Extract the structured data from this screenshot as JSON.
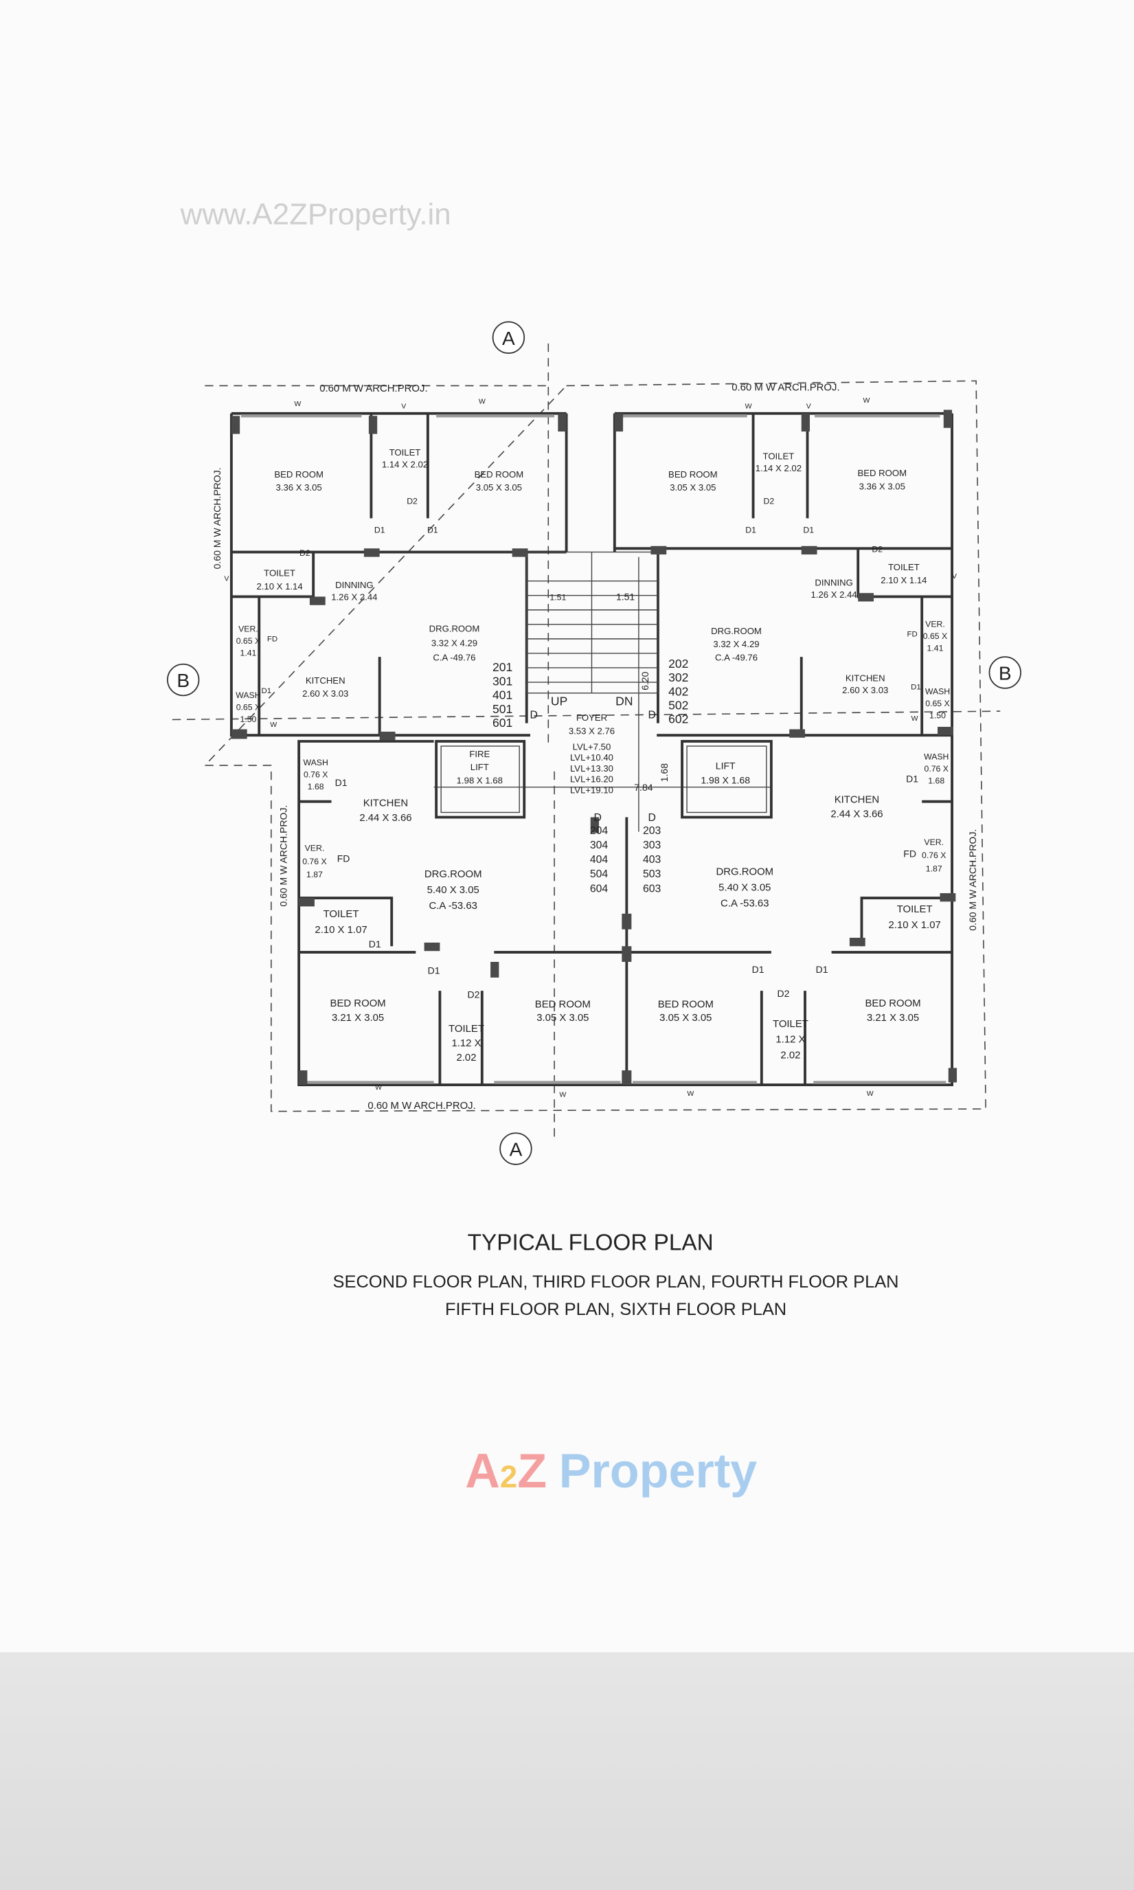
{
  "watermark_url": "www.A2ZProperty.in",
  "logo": {
    "text_a": "A",
    "text_2": "2",
    "text_z": "Z",
    "text_property": "Property",
    "colors": [
      "#f08080",
      "#f5c242",
      "#9ac8ef",
      "#a8e0a0"
    ]
  },
  "section_markers": {
    "a": "A",
    "b": "B"
  },
  "title": "TYPICAL FLOOR PLAN",
  "subtitle_lines": [
    "SECOND FLOOR PLAN, THIRD FLOOR PLAN, FOURTH FLOOR PLAN",
    "FIFTH FLOOR PLAN, SIXTH FLOOR PLAN"
  ],
  "labels": {
    "proj_top_l": [
      "0.60 M W ARCH.PROJ."
    ],
    "proj_top_r": [
      "0.60 M W ARCH.PROJ."
    ],
    "proj_bottom": [
      "0.60 M W ARCH.PROJ."
    ],
    "w1": [
      "W"
    ],
    "v1": [
      "V"
    ],
    "w2": [
      "W"
    ],
    "w3": [
      "W"
    ],
    "v2": [
      "V"
    ],
    "w4": [
      "W"
    ],
    "tl_bed1": [
      "BED ROOM",
      "3.36 X 3.05"
    ],
    "tl_toilet1": [
      "TOILET",
      "1.14 X 2.02"
    ],
    "tl_bed2": [
      "BED ROOM",
      "3.05 X 3.05"
    ],
    "tl_d2a": [
      "D2"
    ],
    "tl_d1a": [
      "D1"
    ],
    "tl_d1b": [
      "D1"
    ],
    "tl_d2b": [
      "D2"
    ],
    "tl_toilet2": [
      "TOILET",
      "2.10 X 1.14"
    ],
    "tl_dinning": [
      "DINNING",
      "1.26 X 2.44"
    ],
    "tl_v": [
      "V"
    ],
    "tl_ver": [
      "VER.",
      "0.65 X",
      "1.41"
    ],
    "tl_fd": [
      "FD"
    ],
    "tl_drg": [
      "DRG.ROOM",
      "3.32 X 4.29",
      "C.A -49.76"
    ],
    "tl_kitchen": [
      "KITCHEN",
      "2.60 X 3.03"
    ],
    "tl_wash": [
      "WASH",
      "0.65 X",
      "1.50"
    ],
    "tl_d1c": [
      "D1"
    ],
    "tl_w": [
      "W"
    ],
    "tl_flats": [
      "201",
      "301",
      "401",
      "501",
      "601"
    ],
    "st_151a": [
      "1.51"
    ],
    "st_151b": [
      "1.51"
    ],
    "st_up": [
      "UP"
    ],
    "st_dn": [
      "DN"
    ],
    "st_da": [
      "D"
    ],
    "st_db": [
      "D"
    ],
    "foyer": [
      "FOYER",
      "3.53 X 2.76"
    ],
    "levels": [
      "LVL+7.50",
      "LVL+10.40",
      "LVL+13.30",
      "LVL+16.20",
      "LVL+19.10"
    ],
    "dim_784": [
      "7.84"
    ],
    "fire_lift": [
      "FIRE",
      "LIFT",
      "1.98 X 1.68"
    ],
    "lift": [
      "LIFT",
      "1.98 X 1.68"
    ],
    "bl_d": [
      "D"
    ],
    "bl_flats": [
      "204",
      "304",
      "404",
      "504",
      "604"
    ],
    "br_d": [
      "D"
    ],
    "br_flats": [
      "203",
      "303",
      "403",
      "503",
      "603"
    ],
    "tr_bed1": [
      "BED ROOM",
      "3.05 X 3.05"
    ],
    "tr_toilet1": [
      "TOILET",
      "1.14 X 2.02"
    ],
    "tr_d2a": [
      "D2"
    ],
    "tr_d1a": [
      "D1"
    ],
    "tr_d1b": [
      "D1"
    ],
    "tr_bed2": [
      "BED ROOM",
      "3.36 X 3.05"
    ],
    "tr_d2b": [
      "D2"
    ],
    "tr_dinning": [
      "DINNING",
      "1.26 X 2.44"
    ],
    "tr_toilet2": [
      "TOILET",
      "2.10 X 1.14"
    ],
    "tr_v": [
      "V"
    ],
    "tr_drg": [
      "DRG.ROOM",
      "3.32 X 4.29",
      "C.A -49.76"
    ],
    "tr_flats": [
      "202",
      "302",
      "402",
      "502",
      "602"
    ],
    "tr_fd": [
      "FD"
    ],
    "tr_ver": [
      "VER.",
      "0.65 X",
      "1.41"
    ],
    "tr_kitchen": [
      "KITCHEN",
      "2.60 X 3.03"
    ],
    "tr_d1c": [
      "D1"
    ],
    "tr_wash": [
      "WASH",
      "0.65 X",
      "1.50"
    ],
    "tr_w": [
      "W"
    ],
    "bl_wash": [
      "WASH",
      "0.76 X",
      "1.68"
    ],
    "bl_d1a": [
      "D1"
    ],
    "bl_kitchen": [
      "KITCHEN",
      "2.44 X 3.66"
    ],
    "bl_ver": [
      "VER.",
      "0.76 X",
      "1.87"
    ],
    "bl_fd": [
      "FD"
    ],
    "bl_drg": [
      "DRG.ROOM",
      "5.40 X 3.05",
      "C.A -53.63"
    ],
    "bl_toilet1": [
      "TOILET",
      "2.10 X 1.07"
    ],
    "bl_d1b": [
      "D1"
    ],
    "bl_d1c": [
      "D1"
    ],
    "bl_d2": [
      "D2"
    ],
    "bl_bed1": [
      "BED ROOM",
      "3.21 X 3.05"
    ],
    "bl_toilet2": [
      "TOILET",
      "1.12 X",
      "2.02"
    ],
    "bl_bed2": [
      "BED ROOM",
      "3.05 X 3.05"
    ],
    "w5": [
      "W"
    ],
    "w6": [
      "W"
    ],
    "w7": [
      "W"
    ],
    "w8": [
      "W"
    ],
    "br_bed1": [
      "BED ROOM",
      "3.05 X 3.05"
    ],
    "br_d1a": [
      "D1"
    ],
    "br_d2": [
      "D2"
    ],
    "br_toilet2": [
      "TOILET",
      "1.12 X",
      "2.02"
    ],
    "br_d1b": [
      "D1"
    ],
    "br_bed2": [
      "BED ROOM",
      "3.21 X 3.05"
    ],
    "br_toilet1": [
      "TOILET",
      "2.10 X 1.07"
    ],
    "br_ver": [
      "VER.",
      "0.76 X",
      "1.87"
    ],
    "br_fd": [
      "FD"
    ],
    "br_drg": [
      "DRG.ROOM",
      "5.40 X 3.05",
      "C.A -53.63"
    ],
    "br_kitchen": [
      "KITCHEN",
      "2.44 X 3.66"
    ],
    "br_d1c": [
      "D1"
    ],
    "br_wash": [
      "WASH",
      "0.76 X",
      "1.68"
    ]
  },
  "rotated_labels": {
    "proj_left": "0.60 M W ARCH.PROJ.",
    "proj_left_lower": "0.60 M W ARCH.PROJ.",
    "proj_right_lower": "0.60 M W ARCH.PROJ.",
    "dim_620": "6.20",
    "dim_168": "1.68"
  }
}
